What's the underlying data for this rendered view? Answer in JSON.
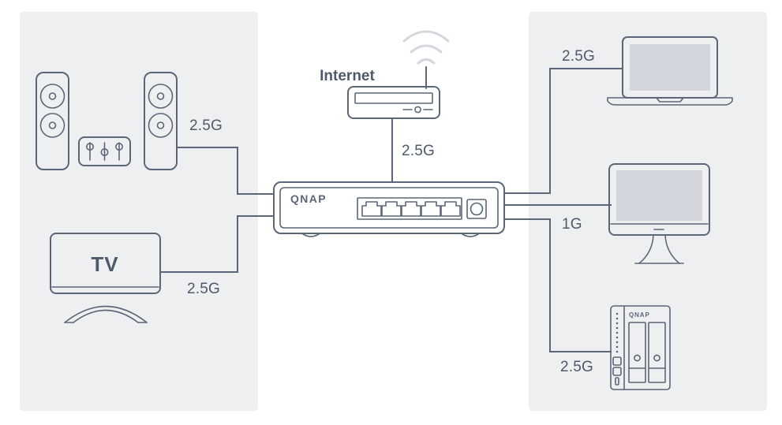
{
  "diagram": {
    "title": "QNAP 2.5G switch home network topology",
    "colors": {
      "panel_background": "#eeeff1",
      "line": "#5c6679",
      "label_text": "#4e596c",
      "screen_fill": "#d3d6dc",
      "wifi_arc": "#d4d7dd",
      "page_background": "#ffffff"
    }
  },
  "zones": {
    "left": {
      "name": "left-zone"
    },
    "right": {
      "name": "right-zone"
    }
  },
  "nodes": {
    "router": {
      "label": "Internet",
      "type": "wireless-router"
    },
    "switch": {
      "brand": "QNAP",
      "type": "network-switch",
      "port_count": 5,
      "has_power_port": true
    },
    "speakers": {
      "type": "speaker-pair",
      "count": 2
    },
    "amplifier": {
      "type": "audio-amplifier",
      "slider_count": 3
    },
    "tv": {
      "label": "TV",
      "type": "television"
    },
    "laptop": {
      "type": "laptop"
    },
    "monitor": {
      "type": "desktop-monitor"
    },
    "nas": {
      "brand": "QNAP",
      "type": "nas-device",
      "bay_count": 2
    }
  },
  "links": [
    {
      "id": "speakers-to-switch",
      "speed": "2.5G",
      "from": "speakers",
      "to": "switch"
    },
    {
      "id": "tv-to-switch",
      "speed": "2.5G",
      "from": "tv",
      "to": "switch"
    },
    {
      "id": "router-to-switch",
      "speed": "2.5G",
      "from": "router",
      "to": "switch"
    },
    {
      "id": "switch-to-laptop",
      "speed": "2.5G",
      "from": "switch",
      "to": "laptop"
    },
    {
      "id": "switch-to-monitor",
      "speed": "1G",
      "from": "switch",
      "to": "monitor"
    },
    {
      "id": "switch-to-nas",
      "speed": "2.5G",
      "from": "switch",
      "to": "nas"
    }
  ],
  "labels": {
    "speakers_speed": "2.5G",
    "tv_speed": "2.5G",
    "router_speed": "2.5G",
    "laptop_speed": "2.5G",
    "monitor_speed": "1G",
    "nas_speed": "2.5G",
    "internet": "Internet",
    "tv_text": "TV",
    "switch_logo": "QNAP",
    "nas_logo": "QNAP"
  }
}
